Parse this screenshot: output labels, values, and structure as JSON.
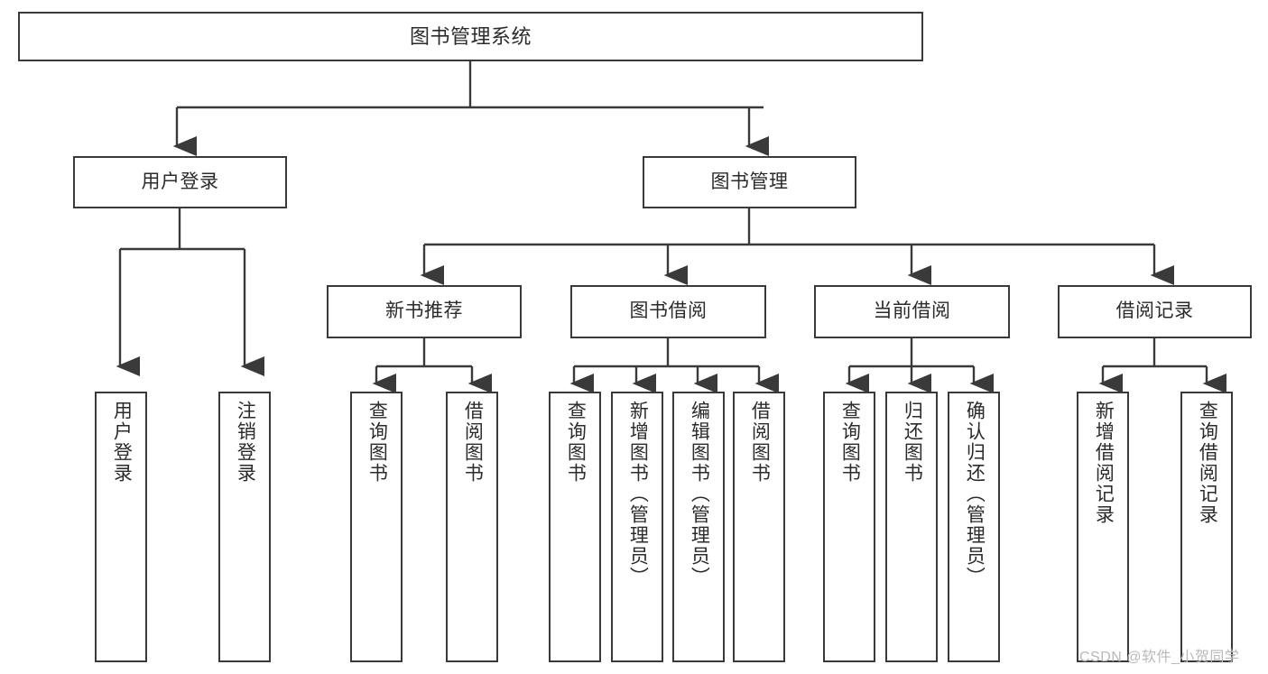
{
  "diagram": {
    "type": "tree",
    "title": "图书管理系统",
    "root": {
      "id": "root",
      "label": "图书管理系统"
    },
    "level2": [
      {
        "id": "user-login",
        "label": "用户登录"
      },
      {
        "id": "book-manage",
        "label": "图书管理"
      }
    ],
    "level3": [
      {
        "id": "new-book-rec",
        "label": "新书推荐",
        "parent": "book-manage"
      },
      {
        "id": "book-borrow",
        "label": "图书借阅",
        "parent": "book-manage"
      },
      {
        "id": "current-borrow",
        "label": "当前借阅",
        "parent": "book-manage"
      },
      {
        "id": "borrow-record",
        "label": "借阅记录",
        "parent": "book-manage"
      }
    ],
    "leaves": [
      {
        "id": "leaf-user-login",
        "label": "用户登录",
        "parent": "user-login"
      },
      {
        "id": "leaf-logout-login",
        "label": "注销登录",
        "parent": "user-login"
      },
      {
        "id": "leaf-query-book-1",
        "label": "查询图书",
        "parent": "new-book-rec"
      },
      {
        "id": "leaf-borrow-book-1",
        "label": "借阅图书",
        "parent": "new-book-rec"
      },
      {
        "id": "leaf-query-book-2",
        "label": "查询图书",
        "parent": "book-borrow"
      },
      {
        "id": "leaf-add-book",
        "label": "新增图书（管理员）",
        "parent": "book-borrow"
      },
      {
        "id": "leaf-edit-book",
        "label": "编辑图书（管理员）",
        "parent": "book-borrow"
      },
      {
        "id": "leaf-borrow-book-2",
        "label": "借阅图书",
        "parent": "book-borrow"
      },
      {
        "id": "leaf-query-book-3",
        "label": "查询图书",
        "parent": "current-borrow"
      },
      {
        "id": "leaf-return-book",
        "label": "归还图书",
        "parent": "current-borrow"
      },
      {
        "id": "leaf-confirm-return",
        "label": "确认归还（管理员）",
        "parent": "current-borrow"
      },
      {
        "id": "leaf-add-record",
        "label": "新增借阅记录",
        "parent": "borrow-record"
      },
      {
        "id": "leaf-query-record",
        "label": "查询借阅记录",
        "parent": "borrow-record"
      }
    ],
    "colors": {
      "border": "#3a3a3a",
      "text": "#2b2b2b",
      "background": "#ffffff",
      "connector": "#3a3a3a",
      "watermark": "#b9b9b9"
    }
  },
  "watermark": {
    "text": "CSDN @软件_小贺同学"
  }
}
